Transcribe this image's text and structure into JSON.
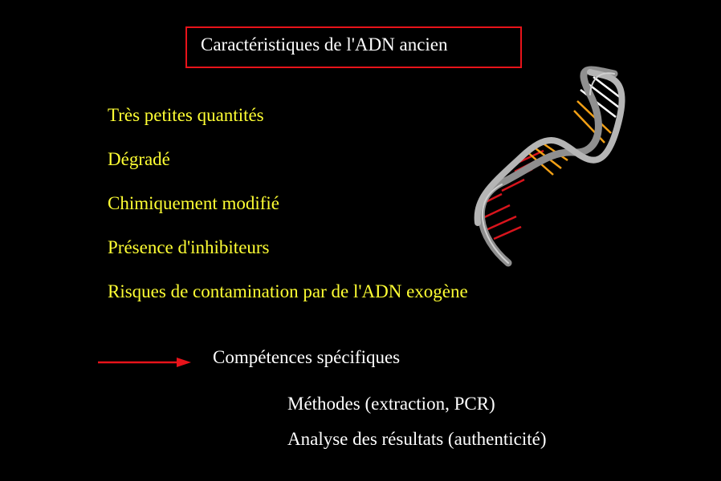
{
  "slide": {
    "title": "Caractéristiques de l'ADN ancien",
    "bullets": [
      "Très petites quantités",
      "Dégradé",
      "Chimiquement modifié",
      "Présence d'inhibiteurs",
      "Risques de contamination par de l'ADN exogène"
    ],
    "competences": {
      "title": "Compétences spécifiques",
      "items": [
        "Méthodes (extraction, PCR)",
        "Analyse des résultats (authenticité)"
      ]
    }
  },
  "colors": {
    "background": "#000000",
    "title_border": "#e8131a",
    "title_text": "#ffffff",
    "bullet_text": "#ffff33",
    "arrow": "#e8131a",
    "dna_strand": "#9a9a9a",
    "dna_rung_red": "#d8141c",
    "dna_rung_orange": "#f2a015",
    "dna_rung_white": "#ffffff"
  },
  "icons": {
    "arrow": "right-arrow-icon",
    "dna": "dna-helix-icon"
  }
}
